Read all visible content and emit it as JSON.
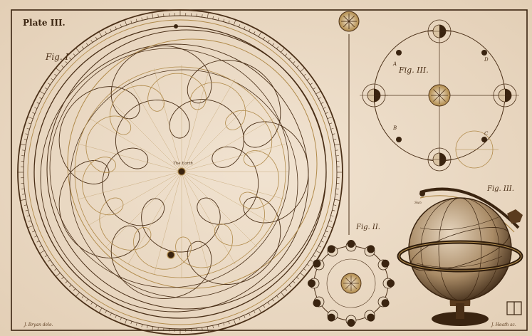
{
  "plate_title": "Plate III.",
  "figures": {
    "fig1": "Fig. I",
    "fig2": "Fig. II.",
    "fig3": "Fig. III.",
    "fig4": "Fig. III."
  },
  "center_label": "The Earth",
  "letters": {
    "A": "A",
    "B": "B",
    "C": "C",
    "D": "D"
  },
  "credits": {
    "left": "J. Bryan dele.",
    "right": "J. Heath sc."
  },
  "colors": {
    "paper": "#ecdcc8",
    "ink": "#4a2f17",
    "gold": "#b08a4a",
    "border": "#3a2410"
  }
}
